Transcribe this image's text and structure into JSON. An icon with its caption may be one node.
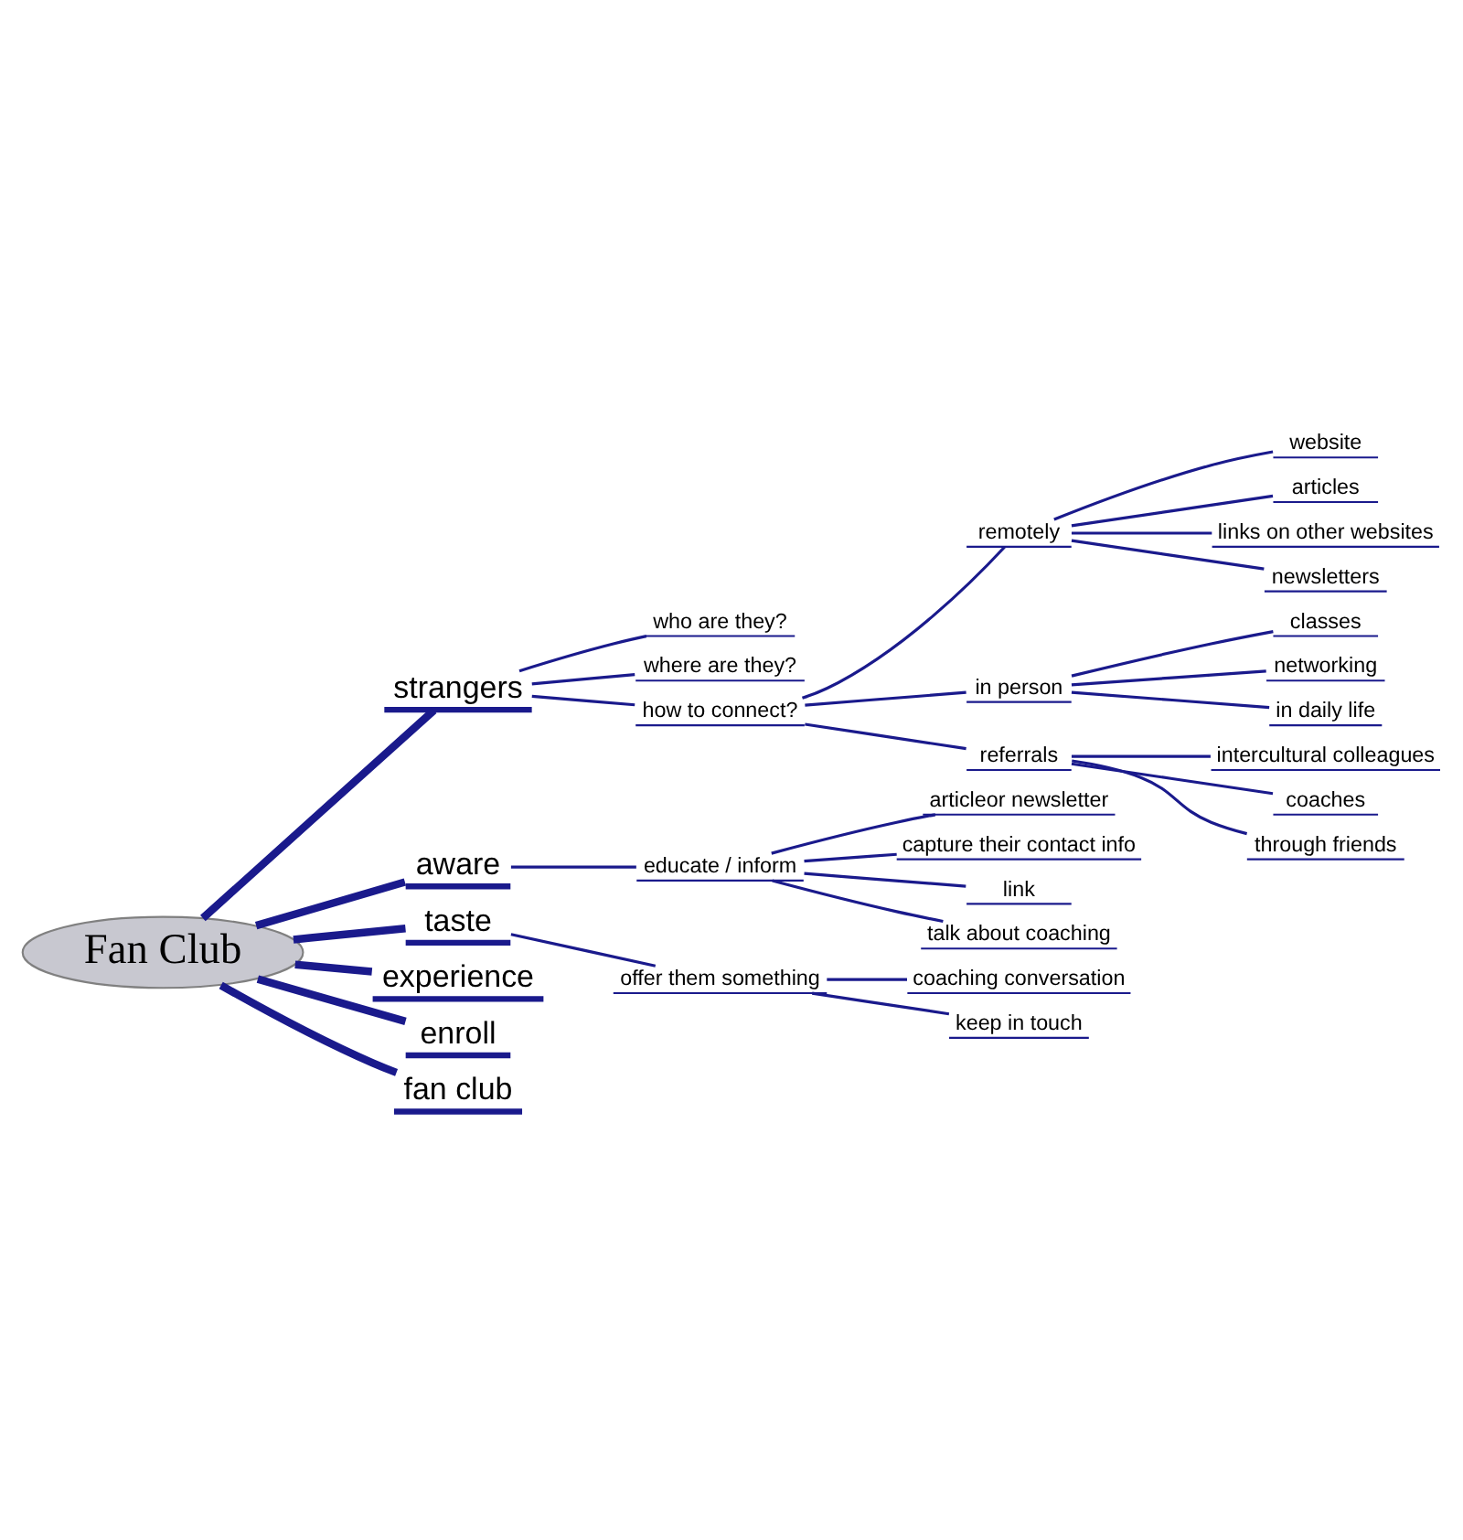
{
  "diagram": {
    "nodes": [
      {
        "text": [
          "Fan Club"
        ]
      },
      {
        "text": [
          "strangers"
        ]
      },
      {
        "text": [
          "who are they?"
        ]
      },
      {
        "text": [
          "where are they?"
        ]
      },
      {
        "text": [
          "how to connect?"
        ]
      },
      {
        "text": [
          "remotely"
        ]
      },
      {
        "text": [
          "website"
        ]
      },
      {
        "text": [
          "articles"
        ]
      },
      {
        "text": [
          "links on other websites"
        ]
      },
      {
        "text": [
          "newsletters"
        ]
      },
      {
        "text": [
          "in person"
        ]
      },
      {
        "text": [
          "classes"
        ]
      },
      {
        "text": [
          "networking"
        ]
      },
      {
        "text": [
          "in daily life"
        ]
      },
      {
        "text": [
          "referrals"
        ]
      },
      {
        "text": [
          "intercultural colleagues"
        ]
      },
      {
        "text": [
          "coaches"
        ]
      },
      {
        "text": [
          "through friends"
        ]
      },
      {
        "text": [
          "aware"
        ]
      },
      {
        "text": [
          "educate / inform"
        ]
      },
      {
        "text": [
          "articleor newsletter"
        ]
      },
      {
        "text": [
          "capture their contact info"
        ]
      },
      {
        "text": [
          "link"
        ]
      },
      {
        "text": [
          "talk about coaching"
        ]
      },
      {
        "text": [
          "taste"
        ]
      },
      {
        "text": [
          "offer them something"
        ]
      },
      {
        "text": [
          "coaching conversation"
        ]
      },
      {
        "text": [
          "keep in touch"
        ]
      },
      {
        "text": [
          "experience"
        ]
      },
      {
        "text": [
          "enroll"
        ]
      },
      {
        "text": [
          "fan club"
        ]
      }
    ],
    "edges": [
      {
        "from": 0,
        "to": 1,
        "arrow": "none",
        "style": "thick"
      },
      {
        "from": 1,
        "to": 2,
        "arrow": "none"
      },
      {
        "from": 1,
        "to": 3,
        "arrow": "none"
      },
      {
        "from": 1,
        "to": 4,
        "arrow": "none"
      },
      {
        "from": 4,
        "to": 5,
        "arrow": "none"
      },
      {
        "from": 5,
        "to": 6,
        "arrow": "none"
      },
      {
        "from": 5,
        "to": 7,
        "arrow": "none"
      },
      {
        "from": 5,
        "to": 8,
        "arrow": "none"
      },
      {
        "from": 5,
        "to": 9,
        "arrow": "none"
      },
      {
        "from": 4,
        "to": 10,
        "arrow": "none"
      },
      {
        "from": 10,
        "to": 11,
        "arrow": "none"
      },
      {
        "from": 10,
        "to": 12,
        "arrow": "none"
      },
      {
        "from": 10,
        "to": 13,
        "arrow": "none"
      },
      {
        "from": 4,
        "to": 14,
        "arrow": "none"
      },
      {
        "from": 14,
        "to": 15,
        "arrow": "none"
      },
      {
        "from": 14,
        "to": 16,
        "arrow": "none"
      },
      {
        "from": 14,
        "to": 17,
        "arrow": "none"
      },
      {
        "from": 0,
        "to": 18,
        "arrow": "none",
        "style": "thick"
      },
      {
        "from": 18,
        "to": 19,
        "arrow": "none"
      },
      {
        "from": 19,
        "to": 20,
        "arrow": "none"
      },
      {
        "from": 19,
        "to": 21,
        "arrow": "none"
      },
      {
        "from": 19,
        "to": 22,
        "arrow": "none"
      },
      {
        "from": 19,
        "to": 23,
        "arrow": "none"
      },
      {
        "from": 0,
        "to": 24,
        "arrow": "none",
        "style": "thick"
      },
      {
        "from": 24,
        "to": 25,
        "arrow": "none"
      },
      {
        "from": 25,
        "to": 26,
        "arrow": "none"
      },
      {
        "from": 25,
        "to": 27,
        "arrow": "none"
      },
      {
        "from": 0,
        "to": 28,
        "arrow": "none",
        "style": "thick"
      },
      {
        "from": 0,
        "to": 29,
        "arrow": "none",
        "style": "thick"
      },
      {
        "from": 0,
        "to": 30,
        "arrow": "none",
        "style": "thick"
      }
    ]
  }
}
